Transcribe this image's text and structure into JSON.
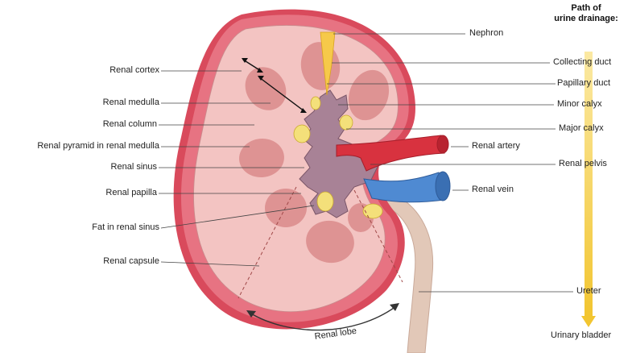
{
  "left_labels": [
    {
      "id": "renal-cortex",
      "text": "Renal cortex"
    },
    {
      "id": "renal-medulla",
      "text": "Renal medulla"
    },
    {
      "id": "renal-column",
      "text": "Renal column"
    },
    {
      "id": "renal-pyramid",
      "text": "Renal pyramid in renal medulla"
    },
    {
      "id": "renal-sinus",
      "text": "Renal sinus"
    },
    {
      "id": "renal-papilla",
      "text": "Renal papilla"
    },
    {
      "id": "fat-in-renal-sinus",
      "text": "Fat in renal sinus"
    },
    {
      "id": "renal-capsule",
      "text": "Renal capsule"
    }
  ],
  "right_labels": [
    {
      "id": "nephron",
      "text": "Nephron"
    },
    {
      "id": "renal-artery",
      "text": "Renal artery"
    },
    {
      "id": "renal-pelvis",
      "text": "Renal pelvis"
    },
    {
      "id": "renal-vein",
      "text": "Renal vein"
    }
  ],
  "path_header": {
    "line1": "Path of",
    "line2": "urine drainage:"
  },
  "path_steps": [
    {
      "id": "collecting-duct",
      "text": "Collecting duct"
    },
    {
      "id": "papillary-duct",
      "text": "Papillary duct"
    },
    {
      "id": "minor-calyx",
      "text": "Minor calyx"
    },
    {
      "id": "major-calyx",
      "text": "Major calyx"
    },
    {
      "id": "ureter",
      "text": "Ureter"
    },
    {
      "id": "urinary-bladder",
      "text": "Urinary bladder"
    }
  ],
  "bottom_label": {
    "id": "renal-lobe",
    "text": "Renal lobe"
  },
  "colors": {
    "capsule": "#d94a5c",
    "cortex": "#f3c4c2",
    "pyramid": "#dc8e8e",
    "pelvis": "#a88296",
    "fat": "#f4e07a",
    "artery": "#d8323f",
    "vein": "#4f8ad2",
    "ureter": "#e2c8b8",
    "arrow": "#f6d44a"
  }
}
